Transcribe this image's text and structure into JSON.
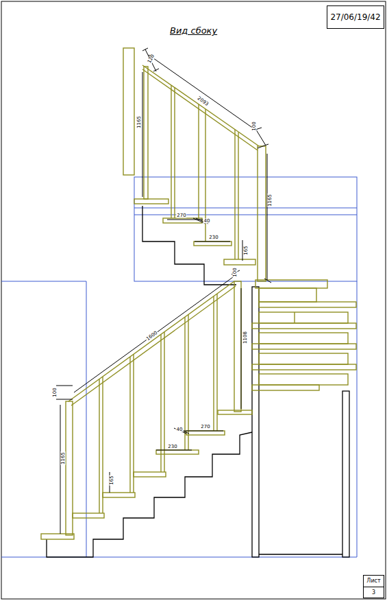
{
  "diagram": {
    "title": "Вид сбоку",
    "nodes": [
      {
        "text": [
          "27/06/19/42"
        ]
      },
      {
        "text": [
          "Лист",
          "3"
        ]
      }
    ],
    "labels": [
      "120",
      "2093",
      "1165",
      "100",
      "1165",
      "270",
      "40",
      "230",
      "165",
      "100",
      "1600",
      "1108",
      "100",
      "1165",
      "40",
      "270",
      "230",
      "165"
    ]
  }
}
